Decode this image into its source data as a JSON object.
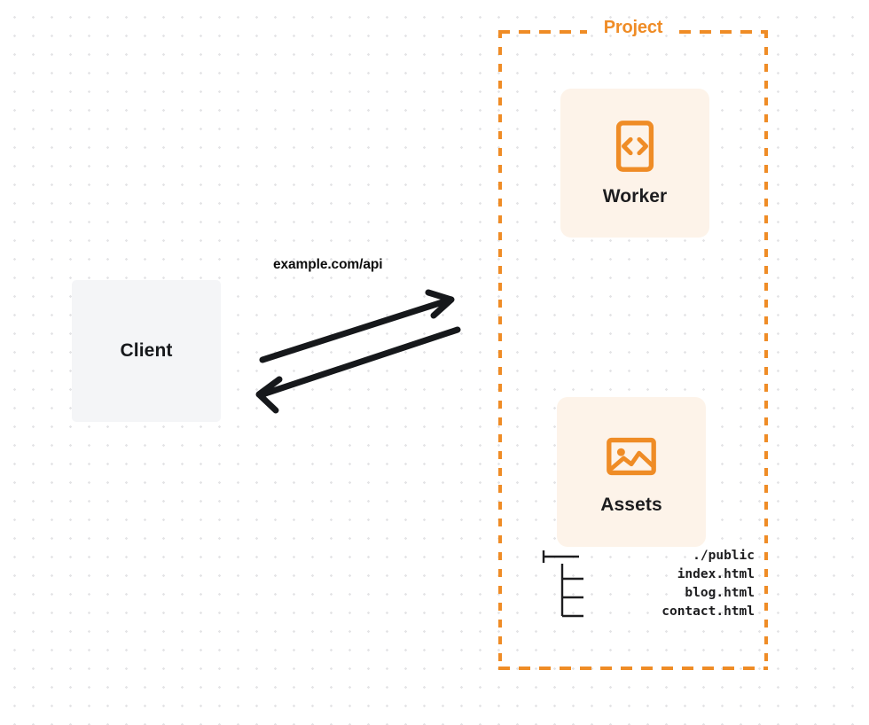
{
  "diagram": {
    "title": "Project",
    "background": "dot-grid",
    "accent_color": "#ef8c26",
    "card_bg_color": "#fdf3e9",
    "client_bg_color": "#f4f5f7",
    "text_color": "#1d1d1f"
  },
  "client": {
    "label": "Client"
  },
  "connection": {
    "label": "example.com/api",
    "request_direction": "client-to-project",
    "response_direction": "project-to-client"
  },
  "project": {
    "label": "Project",
    "services": [
      {
        "label": "Worker",
        "icon": "code-brackets-icon"
      },
      {
        "label": "Assets",
        "icon": "image-icon"
      }
    ],
    "file_tree": [
      {
        "connector": "tee",
        "name": "./public"
      },
      {
        "connector": "branch",
        "name": "index.html"
      },
      {
        "connector": "branch",
        "name": "blog.html"
      },
      {
        "connector": "branch",
        "name": "contact.html"
      }
    ]
  }
}
